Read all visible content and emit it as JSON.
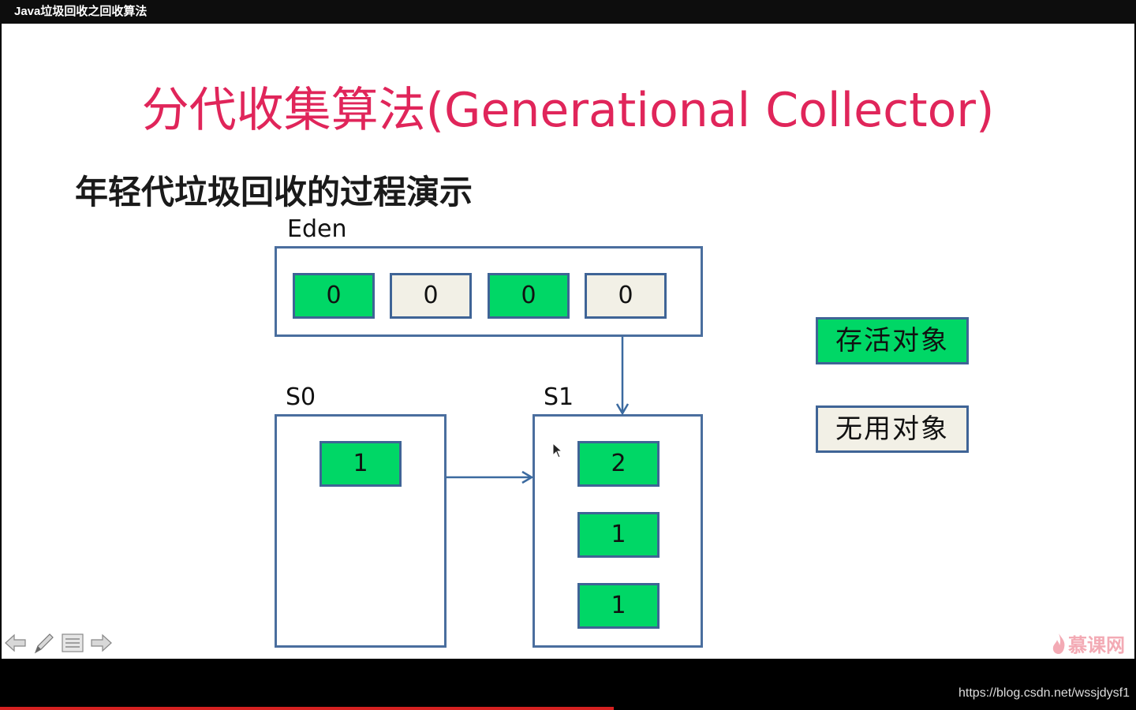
{
  "window": {
    "title": "Java垃圾回收之回收算法"
  },
  "slide": {
    "title": "分代收集算法(Generational Collector)",
    "subtitle": "年轻代垃圾回收的过程演示",
    "eden": {
      "label": "Eden",
      "cells": [
        {
          "value": "0",
          "status": "live"
        },
        {
          "value": "0",
          "status": "dead"
        },
        {
          "value": "0",
          "status": "live"
        },
        {
          "value": "0",
          "status": "dead"
        }
      ]
    },
    "s0": {
      "label": "S0",
      "cells": [
        {
          "value": "1",
          "status": "live"
        }
      ]
    },
    "s1": {
      "label": "S1",
      "cells": [
        {
          "value": "2",
          "status": "live"
        },
        {
          "value": "1",
          "status": "live"
        },
        {
          "value": "1",
          "status": "live"
        }
      ]
    },
    "legend": {
      "live": "存活对象",
      "dead": "无用对象"
    },
    "colors": {
      "title": "#e0255a",
      "live": "#00d766",
      "dead": "#f2f0e6",
      "border": "#3f6496",
      "arrow": "#3b6aa0"
    }
  },
  "player": {
    "controls": [
      "prev-arrow-icon",
      "pen-icon",
      "menu-icon",
      "next-arrow-icon"
    ],
    "brand": "慕课网",
    "progress": 0.54
  },
  "watermark": "https://blog.csdn.net/wssjdysf1"
}
